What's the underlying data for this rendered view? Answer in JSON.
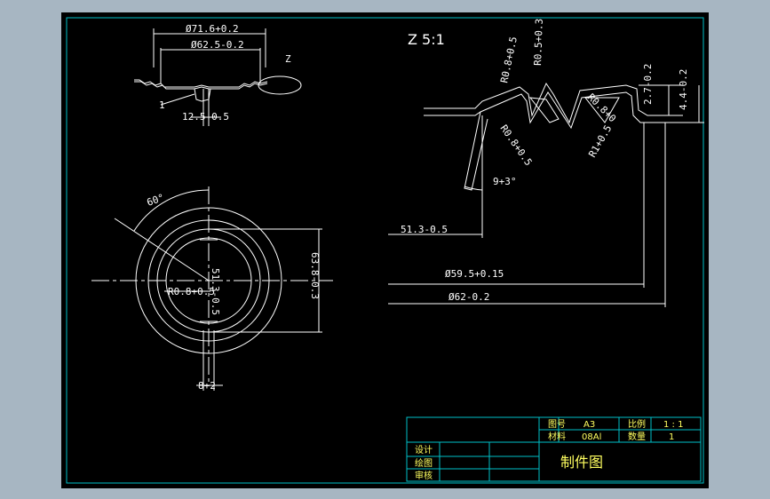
{
  "colors": {
    "background": "#000000",
    "window": "#a7b6c2",
    "geometry": "#ffffff",
    "frame": "#00bfc8",
    "titleblock_text": "#ffff60"
  },
  "top_view": {
    "dim_outer": "Ø71.6+0.2",
    "dim_inner": "Ø62.5-0.2",
    "view_marker": "Z",
    "dim_bottom": "12.5-0.5"
  },
  "detail": {
    "label": "Z 5:1",
    "r_left": "R0.8+0.5",
    "r_top": "R0.5+0.3",
    "r_mid": "R0.8+0.5",
    "r_right_a": "R0.8+0",
    "r_right_b": "R1+0.5",
    "dim_h1": "2.7-0.2",
    "dim_h2": "4.4-0.2",
    "angle": "9+3°",
    "dim_51": "51.3-0.5",
    "dim_59": "Ø59.5+0.15",
    "dim_62": "Ø62-0.2"
  },
  "front_view": {
    "angle": "60°",
    "r_hole": "R0.8+0.5",
    "dim_vertical": "51.3-0.5",
    "dim_dia": "63.8-0.3",
    "dim_slot": "8+2"
  },
  "title_block": {
    "drawing_no_label": "图号",
    "drawing_no": "A3",
    "scale_label": "比例",
    "scale": "1 : 1",
    "material_label": "材料",
    "material": "08Al",
    "qty_label": "数量",
    "qty": "1",
    "design_label": "设计",
    "draw_label": "绘图",
    "review_label": "审核",
    "title": "制件图"
  }
}
